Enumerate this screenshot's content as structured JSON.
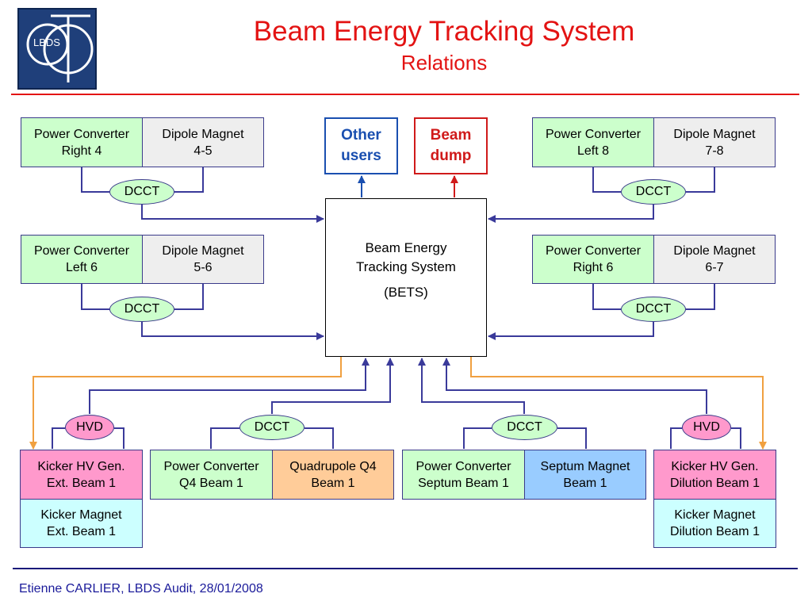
{
  "slide": {
    "title": "Beam Energy Tracking System",
    "subtitle": "Relations",
    "footer": "Etienne CARLIER, LBDS Audit, 28/01/2008",
    "logo_text": "LBDS"
  },
  "colors": {
    "title": "#e31313",
    "connector": "#3a3a9a",
    "orange_connector": "#f0a040",
    "green": "#ccffcc",
    "gray": "#eeeeee",
    "pink": "#ff99cc",
    "cyan": "#ccffff",
    "orange": "#ffcc99",
    "light_blue": "#99ccff"
  },
  "center": {
    "name": "Beam Energy\nTracking System",
    "abbrev": "(BETS)"
  },
  "outputs": {
    "other_users": "Other\nusers",
    "beam_dump": "Beam\ndump"
  },
  "groups": {
    "top_left": {
      "converter": "Power Converter\nRight 4",
      "magnet": "Dipole Magnet\n4-5",
      "sensor": "DCCT"
    },
    "mid_left": {
      "converter": "Power Converter\nLeft 6",
      "magnet": "Dipole Magnet\n5-6",
      "sensor": "DCCT"
    },
    "top_right": {
      "converter": "Power Converter\nLeft 8",
      "magnet": "Dipole Magnet\n7-8",
      "sensor": "DCCT"
    },
    "mid_right": {
      "converter": "Power Converter\nRight 6",
      "magnet": "Dipole Magnet\n6-7",
      "sensor": "DCCT"
    },
    "kicker_ext": {
      "generator": "Kicker HV Gen.\nExt. Beam 1",
      "magnet": "Kicker Magnet\nExt. Beam 1",
      "sensor": "HVD"
    },
    "q4": {
      "converter": "Power Converter\nQ4 Beam 1",
      "magnet": "Quadrupole Q4\nBeam 1",
      "sensor": "DCCT"
    },
    "septum": {
      "converter": "Power Converter\nSeptum Beam 1",
      "magnet": "Septum Magnet\nBeam 1",
      "sensor": "DCCT"
    },
    "kicker_dil": {
      "generator": "Kicker HV Gen.\nDilution Beam 1",
      "magnet": "Kicker Magnet\nDilution Beam 1",
      "sensor": "HVD"
    }
  }
}
